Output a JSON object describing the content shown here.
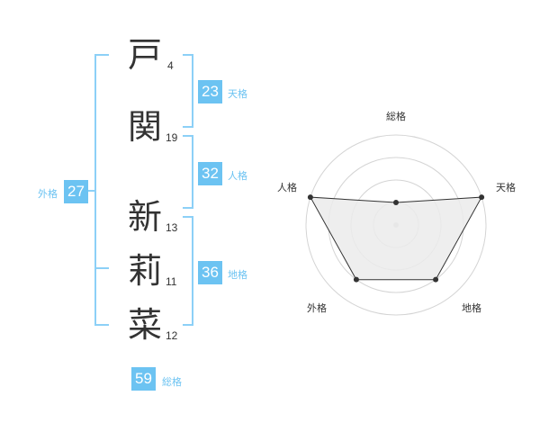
{
  "characters": [
    {
      "char": "戸",
      "strokes": "4"
    },
    {
      "char": "関",
      "strokes": "19"
    },
    {
      "char": "新",
      "strokes": "13"
    },
    {
      "char": "莉",
      "strokes": "11"
    },
    {
      "char": "菜",
      "strokes": "12"
    }
  ],
  "fortunes": {
    "tenkaku": {
      "label": "天格",
      "value": "23"
    },
    "jinkaku": {
      "label": "人格",
      "value": "32"
    },
    "chikaku": {
      "label": "地格",
      "value": "36"
    },
    "gaikaku": {
      "label": "外格",
      "value": "27"
    },
    "soukaku": {
      "label": "総格",
      "value": "59"
    }
  },
  "colors": {
    "accent": "#6cc3f2",
    "bracket": "#8cd0f7",
    "text": "#333333"
  },
  "chart_data": {
    "type": "radar",
    "axes": [
      "総格",
      "天格",
      "地格",
      "外格",
      "人格"
    ],
    "levels": 4,
    "values": [
      1,
      4,
      3,
      3,
      4
    ],
    "max": 4
  }
}
